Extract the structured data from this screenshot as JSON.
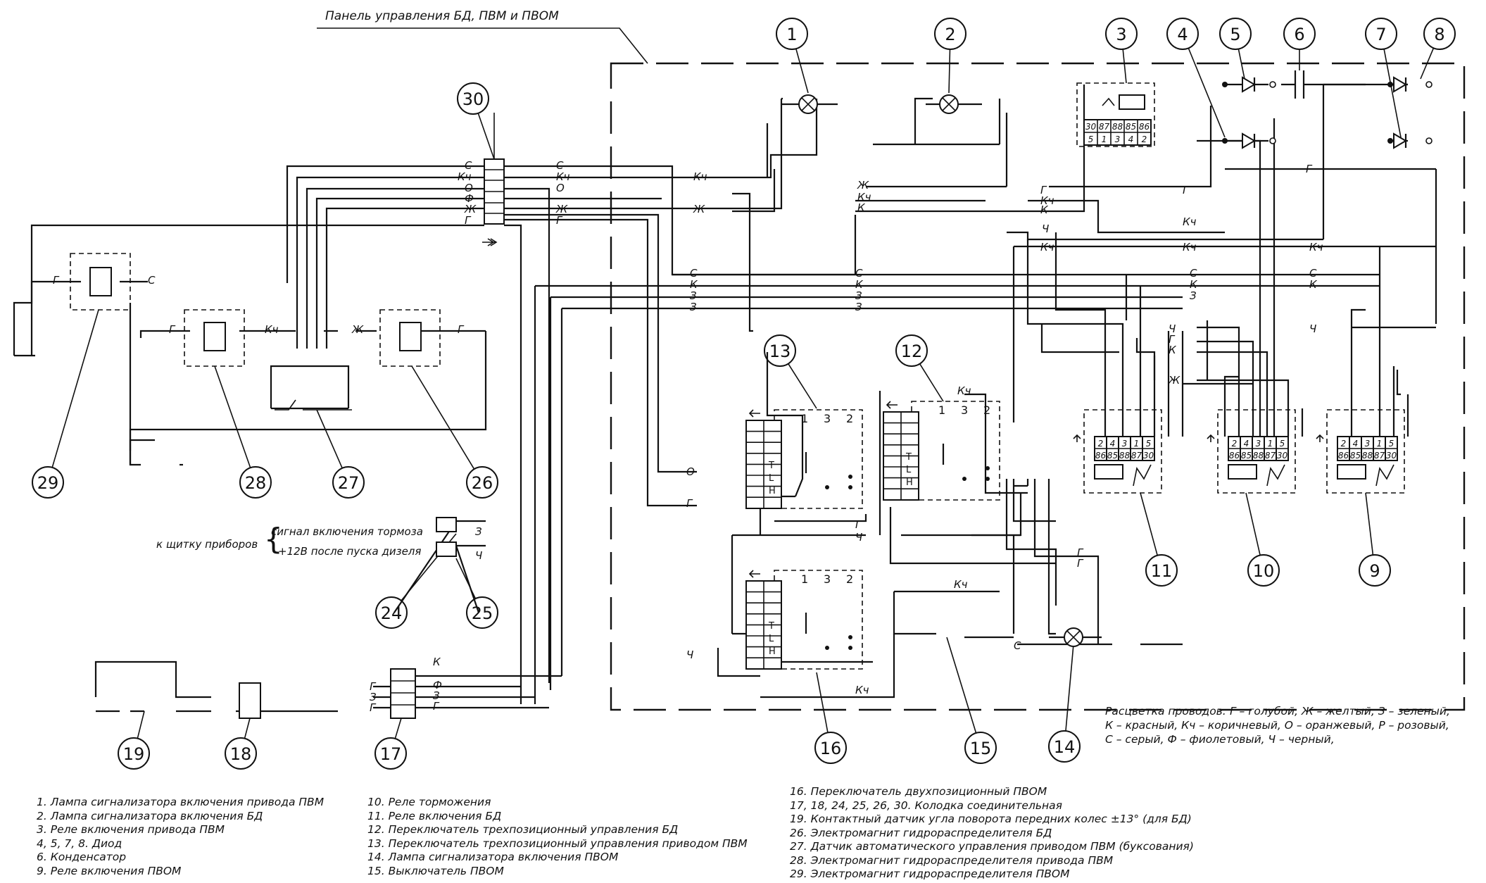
{
  "panel_label": "Панель управления БД, ПВМ и ПВОМ",
  "instrument_panel": {
    "to_label": "к щитку приборов",
    "signal_1": "сигнал включения тормоза",
    "signal_2": "+12В после пуска дизеля"
  },
  "wire_color_note": [
    "Расцветка проводов: Г – голубой, Ж – желтый, З – зеленый,",
    "К – красный, Кч – коричневый, О – оранжевый, Р – розовый,",
    "С – серый, Ф – фиолетовый, Ч – черный,"
  ],
  "component_numbers": [
    "1",
    "2",
    "3",
    "4",
    "5",
    "6",
    "7",
    "8",
    "9",
    "10",
    "11",
    "12",
    "13",
    "14",
    "15",
    "16",
    "17",
    "18",
    "19",
    "24",
    "25",
    "26",
    "27",
    "28",
    "29",
    "30"
  ],
  "relay_pins": {
    "top": [
      "2",
      "4",
      "3",
      "1",
      "5"
    ],
    "bottom": [
      "86",
      "85",
      "88",
      "87",
      "30"
    ]
  },
  "relay3_pins": {
    "top": [
      "30",
      "87",
      "88",
      "85",
      "86"
    ],
    "bottom": [
      "5",
      "1",
      "3",
      "4",
      "2"
    ]
  },
  "switch_labels": {
    "cols": [
      "1",
      "3",
      "2"
    ],
    "rows": [
      "T",
      "L",
      "H"
    ]
  },
  "legend": {
    "col1": [
      "1. Лампа сигнализатора включения привода ПВМ",
      "2. Лампа сигнализатора включения БД",
      "3. Реле включения привода ПВМ",
      "4, 5, 7, 8. Диод",
      "6. Конденсатор",
      "9. Реле включения ПВОМ"
    ],
    "col2": [
      "10. Реле торможения",
      "11. Реле включения БД",
      "12. Переключатель трехпозиционный управления БД",
      "13. Переключатель трехпозиционный управления приводом ПВМ",
      "14. Лампа сигнализатора включения ПВОМ",
      "15. Выключатель ПВОМ"
    ],
    "col3": [
      "16. Переключатель двухпозиционный ПВОМ",
      "17, 18, 24, 25, 26, 30. Колодка соединительная",
      "19. Контактный датчик угла поворота передних колес ±13° (для БД)",
      "26. Электромагнит гидрораспределителя БД",
      "27. Датчик автоматического управления приводом ПВМ (буксования)",
      "28. Электромагнит гидрораспределителя привода ПВМ",
      "29. Электромагнит гидрораспределителя ПВОМ"
    ]
  },
  "wire_codes": {
    "c": "С",
    "kch": "Кч",
    "o": "О",
    "f": "Ф",
    "zh": "Ж",
    "g": "Г",
    "k": "К",
    "z": "З",
    "ch": "Ч"
  }
}
